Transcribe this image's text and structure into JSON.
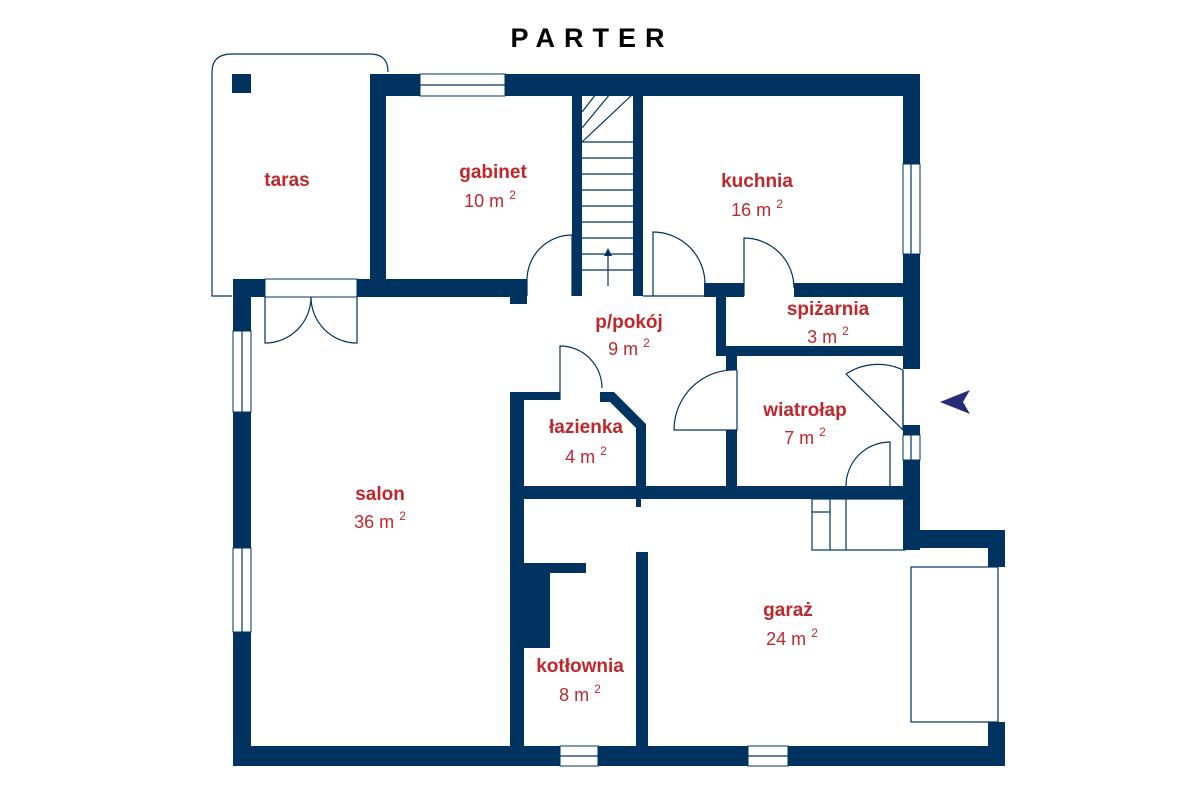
{
  "title": "PARTER",
  "unit": "m",
  "unit_power": "2",
  "rooms": {
    "taras": {
      "name": "taras"
    },
    "gabinet": {
      "name": "gabinet",
      "area": "10"
    },
    "kuchnia": {
      "name": "kuchnia",
      "area": "16"
    },
    "spizarnia": {
      "name": "spiżarnia",
      "area": "3"
    },
    "przedpokoj": {
      "name": "p/pokój",
      "area": "9"
    },
    "wiatrolap": {
      "name": "wiatrołap",
      "area": "7"
    },
    "lazienka": {
      "name": "łazienka",
      "area": "4"
    },
    "salon": {
      "name": "salon",
      "area": "36"
    },
    "kotlownia": {
      "name": "kotłownia",
      "area": "8"
    },
    "garaz": {
      "name": "garaż",
      "area": "24"
    }
  },
  "colors": {
    "wall": "#00335f",
    "label": "#c0272d",
    "arrow": "#2a2a7a"
  },
  "icons": {
    "entrance": "entrance-arrow-icon",
    "stairs": "stairs-arrow-icon"
  }
}
